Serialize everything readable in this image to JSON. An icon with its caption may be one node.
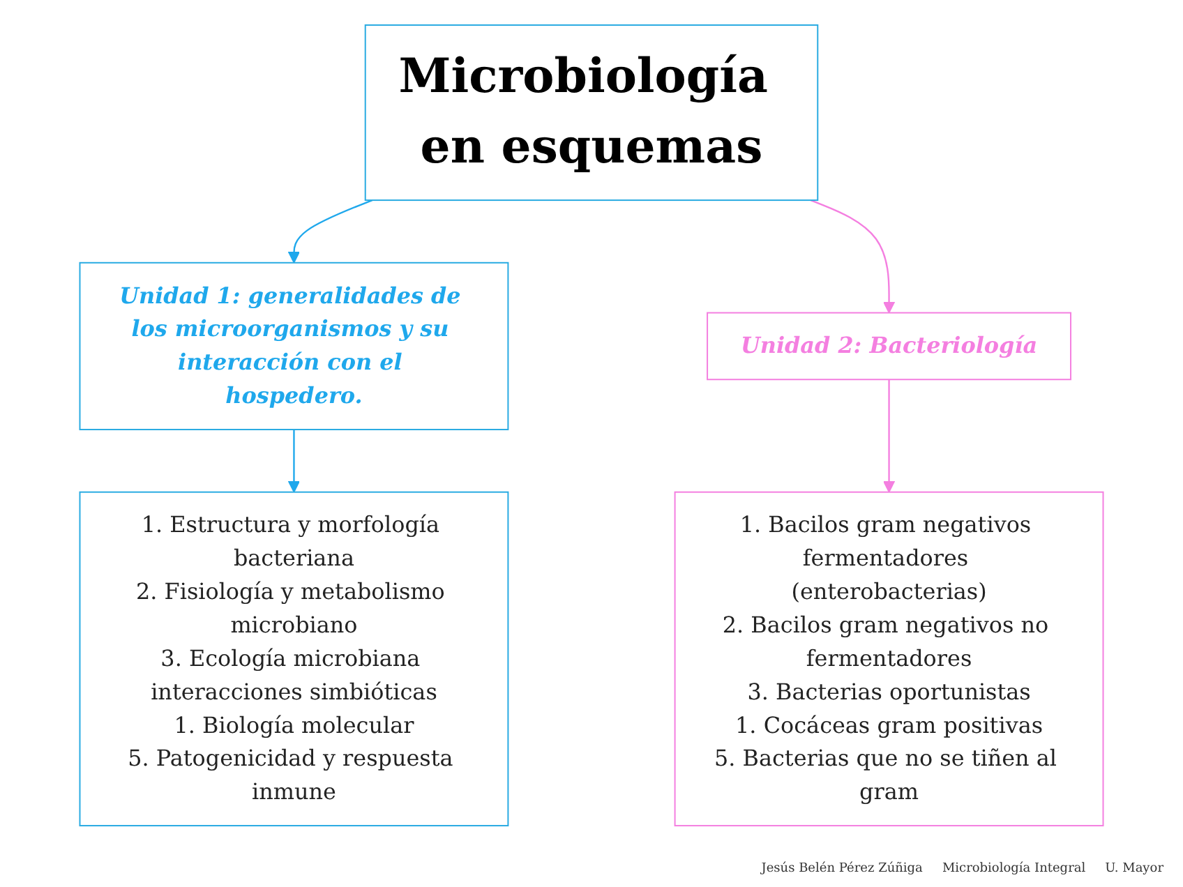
{
  "diagram": {
    "nodes": [
      {
        "text": [
          "Microbiología en esquemas"
        ]
      },
      {
        "text": [
          "Unidad 1: generalidades de los microorganismos y su interacción con el hospedero."
        ]
      },
      {
        "text": [
          "1. Estructura y morfología bacteriana",
          "2. Fisiología y metabolismo microbiano",
          "3. Ecología microbiana interacciones simbióticas",
          "1. Biología molecular",
          "5. Patogenicidad y respuesta inmune"
        ]
      },
      {
        "text": [
          "Unidad 2: Bacteriología"
        ]
      },
      {
        "text": [
          "1. Bacilos gram negativos fermentadores (enterobacterias)",
          "2. Bacilos gram negativos no fermentadores",
          "3. Bacterias oportunistas",
          "1. Cocáceas gram positivas",
          "5. Bacterias que no se tiñen al gram"
        ]
      }
    ],
    "edges": [
      {
        "from": 0,
        "to": 1,
        "arrow": "to",
        "color": "#1fa8ec"
      },
      {
        "from": 0,
        "to": 3,
        "arrow": "to",
        "color": "#f47fe0"
      },
      {
        "from": 1,
        "to": 2,
        "arrow": "to",
        "color": "#1fa8ec"
      },
      {
        "from": 3,
        "to": 4,
        "arrow": "to",
        "color": "#f47fe0"
      }
    ],
    "labels": [
      "Jesús Belén Pérez Zúñiga",
      "Microbiología Integral",
      "U. Mayor"
    ]
  }
}
